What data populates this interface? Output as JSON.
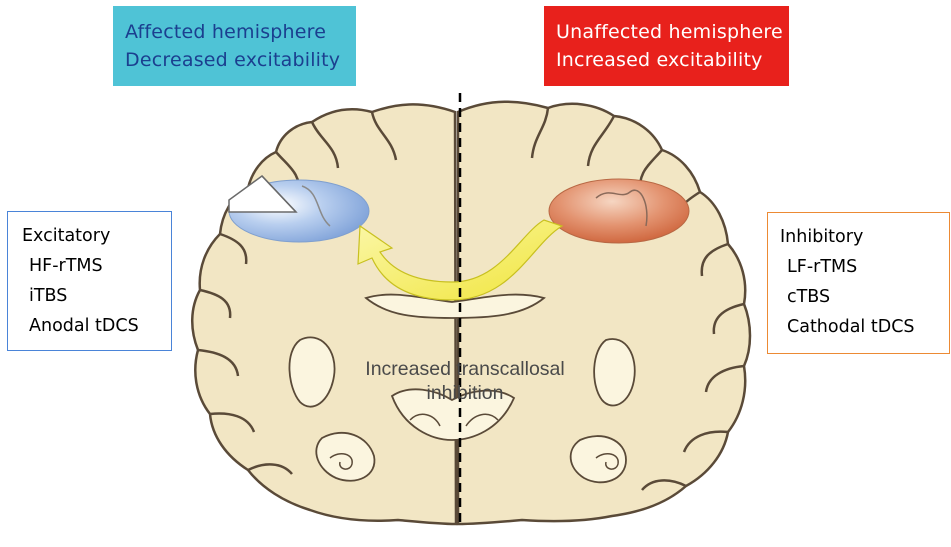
{
  "left_header": {
    "line1": "Affected hemisphere",
    "line2": "Decreased excitability",
    "color": "#4fc3d6"
  },
  "right_header": {
    "line1": "Unaffected hemisphere",
    "line2": "Increased excitability",
    "color": "#e8211c"
  },
  "left_box": {
    "title": "Excitatory",
    "items": [
      "HF-rTMS",
      "iTBS",
      "Anodal tDCS"
    ]
  },
  "right_box": {
    "title": "Inhibitory",
    "items": [
      "LF-rTMS",
      "cTBS",
      "Cathodal tDCS"
    ]
  },
  "center": {
    "line1": "Increased transcallosal",
    "line2": "inhibition"
  },
  "colors": {
    "brain_fill": "#f2e6c4",
    "brain_outline": "#5a4a38",
    "arrow": "#f4ef5a",
    "left_region": "#8fb1e0",
    "right_region": "#dc7a4e"
  }
}
